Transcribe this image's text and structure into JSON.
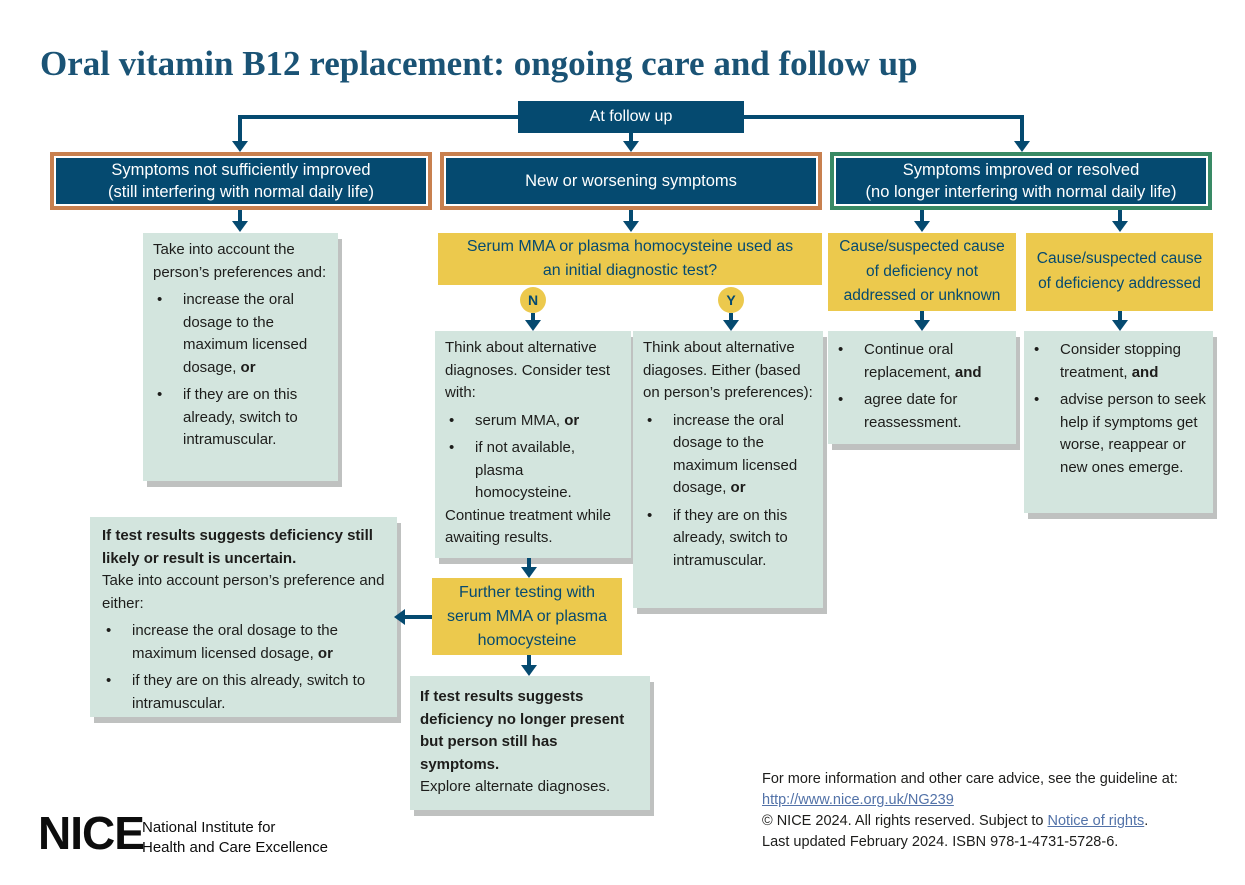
{
  "title": "Oral vitamin B12 replacement: ongoing care and follow up",
  "ui": {
    "bullet": "•"
  },
  "colors": {
    "navy": "#054a70",
    "title_blue": "#1a5375",
    "orange_border": "#c8804f",
    "green_border": "#398a65",
    "yellow": "#ecc94d",
    "teal_bg": "#d3e5de",
    "shadow": "#bfc1c0",
    "link": "#5272a8",
    "text_dark": "#1d1d1b"
  },
  "flow": {
    "at_follow_up": "At follow up",
    "headers": {
      "not_improved": {
        "line1": "Symptoms not sufficiently improved",
        "line2": "(still interfering with normal daily life)"
      },
      "new_worsening": {
        "label": "New or worsening symptoms"
      },
      "improved": {
        "line1": "Symptoms improved or resolved",
        "line2": "(no longer interfering with normal daily life)"
      }
    },
    "left_action": {
      "intro": "Take into account the person’s preferences and:",
      "bullets": [
        {
          "text": "increase the oral dosage to the maximum licensed dosage, ",
          "bold": "or"
        },
        {
          "text": "if they are on this already, switch to intramuscular.",
          "bold": ""
        }
      ]
    },
    "mma_question": {
      "label": "Serum MMA or plasma homocysteine used as an initial diagnostic test?",
      "no": "N",
      "yes": "Y"
    },
    "no_branch": {
      "intro": "Think about alternative diagnoses. Consider test with:",
      "bullets": [
        {
          "text": "serum MMA, ",
          "bold": "or"
        },
        {
          "text": "if not available, plasma homocysteine.",
          "bold": ""
        }
      ],
      "outro": "Continue treatment while awaiting results."
    },
    "yes_branch": {
      "intro": "Think about alternative diagoses. Either (based on person’s preferences):",
      "bullets": [
        {
          "text": "increase the oral dosage to the maximum licensed dosage, ",
          "bold": "or"
        },
        {
          "text": "if they are on this already, switch to intramuscular.",
          "bold": ""
        }
      ]
    },
    "cause_not_addressed": {
      "label": "Cause/suspected cause of deficiency not addressed or unknown"
    },
    "cause_addressed": {
      "label": "Cause/suspected cause of deficiency addressed"
    },
    "continue_action": {
      "bullets": [
        {
          "text": "Continue oral replacement, ",
          "bold": "and"
        },
        {
          "text": "agree date for reassessment.",
          "bold": ""
        }
      ]
    },
    "stop_action": {
      "bullets": [
        {
          "text": "Consider stopping treatment, ",
          "bold": "and"
        },
        {
          "text": "advise person to seek help if symptoms get worse, reappear or new ones emerge.",
          "bold": ""
        }
      ]
    },
    "still_likely": {
      "bold_intro": "If test results suggests deficiency still likely or result is uncertain.",
      "intro": "Take into account person’s preference and either:",
      "bullets": [
        {
          "text": "increase the oral dosage to the maximum licensed dosage, ",
          "bold": "or"
        },
        {
          "text": "if they are on this already, switch to intramuscular.",
          "bold": ""
        }
      ]
    },
    "further_testing": {
      "label": "Further testing with serum MMA or plasma homocysteine"
    },
    "no_longer_present": {
      "bold_intro": "If test results suggests deficiency no longer present but person still has symptoms.",
      "outro": "Explore alternate diagnoses."
    }
  },
  "footer": {
    "info": "For more information and other care advice, see the guideline at:",
    "guideline_url": "http://www.nice.org.uk/NG239",
    "copyright_prefix": "© NICE 2024. All rights reserved. Subject to ",
    "rights_link": "Notice of rights",
    "copyright_suffix": ".",
    "updated": "Last updated February 2024. ISBN 978-1-4731-5728-6."
  },
  "logo": {
    "acronym": "NICE",
    "line1": "National Institute for",
    "line2": "Health and Care Excellence"
  }
}
